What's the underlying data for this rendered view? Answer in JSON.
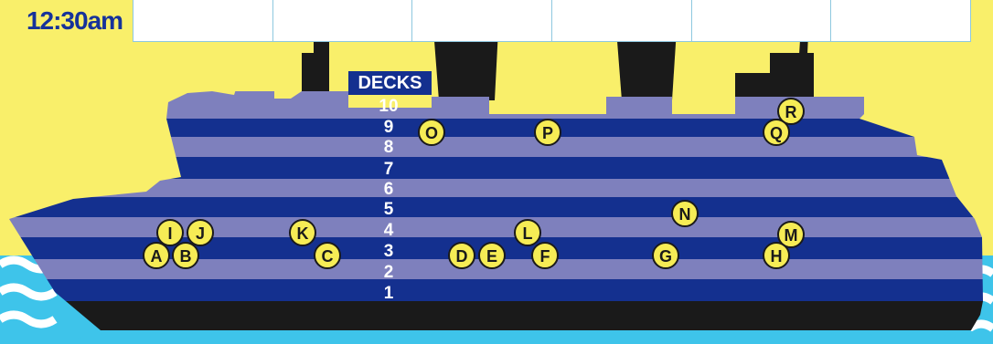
{
  "header": {
    "time": "12:30am",
    "schedule_slots": 6
  },
  "decks": {
    "title": "DECKS",
    "numbers": [
      "10",
      "9",
      "8",
      "7",
      "6",
      "5",
      "4",
      "3",
      "2",
      "1"
    ]
  },
  "markers": [
    "A",
    "B",
    "C",
    "D",
    "E",
    "F",
    "G",
    "H",
    "I",
    "J",
    "K",
    "L",
    "M",
    "N",
    "O",
    "P",
    "Q",
    "R"
  ],
  "colors": {
    "background": "#f9ef6a",
    "deck_dark": "#14308f",
    "deck_light": "#7e80bd",
    "hull": "#1a1a1a",
    "water": "#3ec4ea",
    "marker_fill": "#f6ec55",
    "text_blue": "#16329a"
  }
}
